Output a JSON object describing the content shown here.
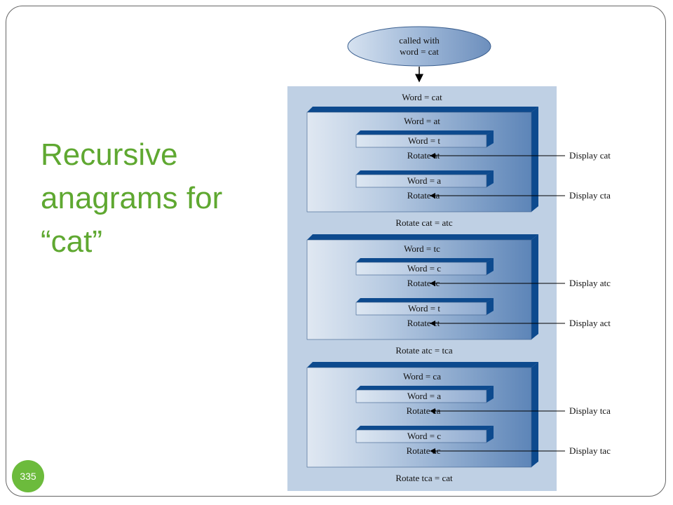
{
  "slide": {
    "title_lines": [
      "Recursive",
      "anagrams for",
      "“cat”"
    ],
    "page_number": "335"
  },
  "diagram": {
    "start": {
      "line1": "called with",
      "line2": "word = cat"
    },
    "outer_label": "Word = cat",
    "groups": [
      {
        "word": "Word = at",
        "inner": [
          {
            "word": "Word = t",
            "rotate": "Rotate at",
            "display": "Display cat"
          },
          {
            "word": "Word = a",
            "rotate": "Rotate ta",
            "display": "Display cta"
          }
        ],
        "rotate_after": "Rotate cat = atc"
      },
      {
        "word": "Word = tc",
        "inner": [
          {
            "word": "Word = c",
            "rotate": "Rotate tc",
            "display": "Display atc"
          },
          {
            "word": "Word = t",
            "rotate": "Rotate ct",
            "display": "Display act"
          }
        ],
        "rotate_after": "Rotate atc = tca"
      },
      {
        "word": "Word = ca",
        "inner": [
          {
            "word": "Word = a",
            "rotate": "Rotate ca",
            "display": "Display tca"
          },
          {
            "word": "Word = c",
            "rotate": "Rotate ac",
            "display": "Display tac"
          }
        ],
        "rotate_after": "Rotate tca = cat"
      }
    ],
    "colors": {
      "outer_fill": "#bfd0e4",
      "box_fill": "#c5d5e8",
      "box_dark": "#0d4a8e",
      "ellipse_fill": "#9fb8d8",
      "accent_green": "#5fa831"
    }
  }
}
